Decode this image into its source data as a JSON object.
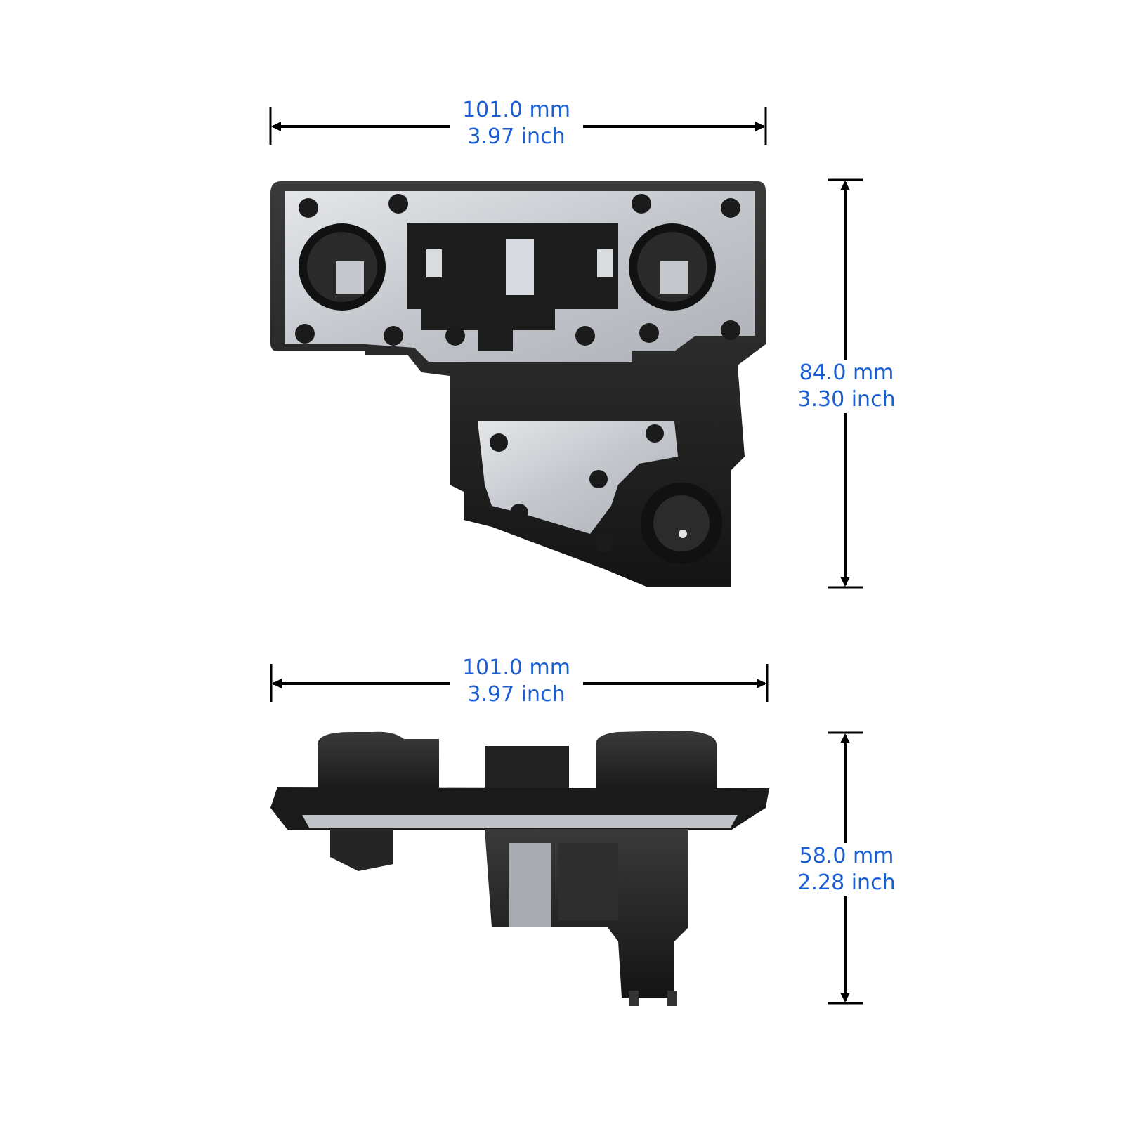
{
  "dimensions": {
    "top_width": {
      "mm": "101.0 mm",
      "inch": "3.97 inch"
    },
    "height": {
      "mm": "84.0 mm",
      "inch": "3.30 inch"
    },
    "bottom_width": {
      "mm": "101.0 mm",
      "inch": "3.97 inch"
    },
    "depth": {
      "mm": "58.0 mm",
      "inch": "2.28 inch"
    }
  },
  "colors": {
    "label": "#1a5fd6",
    "plastic": "#1f1f1f",
    "metal": "#c9cdd2",
    "arrow": "#000000"
  }
}
